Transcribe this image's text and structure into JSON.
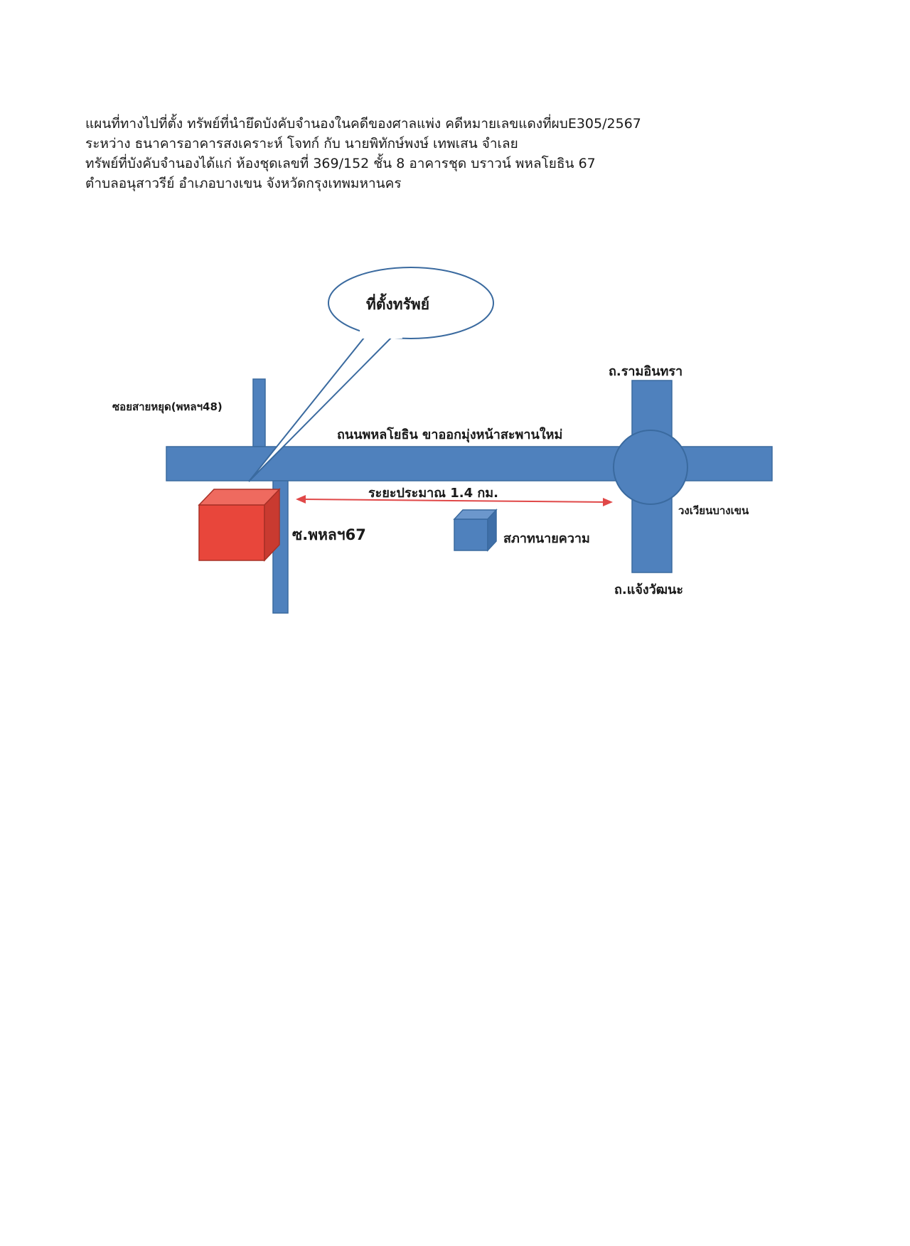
{
  "header": {
    "lines": [
      "แผนที่ทางไปที่ตั้ง ทรัพย์ที่นำยึดบังคับจำนองในคดีของศาลแพ่ง คดีหมายเลขแดงที่ผบE305/2567",
      "ระหว่าง ธนาคารอาคารสงเคราะห์ โจทก์ กับ นายพิทักษ์พงษ์ เทพเสน จำเลย",
      "ทรัพย์ที่บังคับจำนองได้แก่ ห้องชุดเลขที่ 369/152 ชั้น 8 อาคารชุด บราวน์ พหลโยธิน 67",
      "ตำบลอนุสาวรีย์ อำเภอบางเขน จังหวัดกรุงเทพมหานคร"
    ]
  },
  "map": {
    "callout": "ที่ตั้งทรัพย์",
    "labels": {
      "ramintra": "ถ.รามอินทรา",
      "soi_48": "ซอยสายหยุด(พหลฯ48)",
      "main_road": "ถนนพหลโยธิน ขาออกมุ่งหน้าสะพานใหม่",
      "distance": "ระยะประมาณ 1.4 กม.",
      "roundabout": "วงเวียนบางเขน",
      "soi_67": "ซ.พหลฯ67",
      "lawyers_council": "สภาทนายความ",
      "chaeng_watthana": "ถ.แจ้งวัฒนะ"
    },
    "colors": {
      "road": "#4f81bd",
      "road_border": "#3a6a9f",
      "property": "#e8463b",
      "property_border": "#a83026",
      "distance_arrow": "#e04848"
    }
  }
}
